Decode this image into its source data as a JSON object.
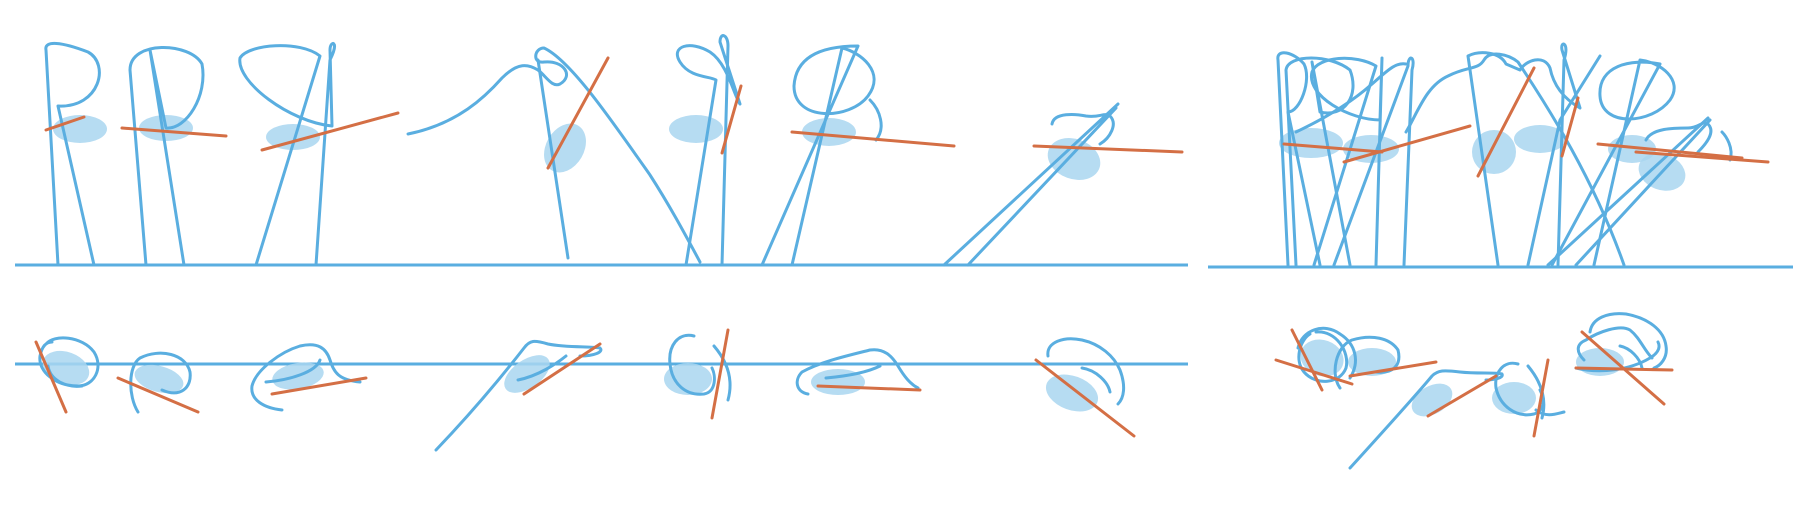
{
  "colors": {
    "curve": "#5aaee0",
    "baseline": "#5aaee0",
    "axis": "#d46f45",
    "ellipse": "#a9d6f0",
    "background": "#ffffff"
  },
  "panels": [
    {
      "id": "top-left",
      "kind": "upright-strokes",
      "glyph_count": 7
    },
    {
      "id": "top-right",
      "kind": "upright-strokes-overlaid"
    },
    {
      "id": "bottom-left",
      "kind": "compact-strokes",
      "glyph_count": 7
    },
    {
      "id": "bottom-right",
      "kind": "compact-strokes-overlaid"
    }
  ]
}
